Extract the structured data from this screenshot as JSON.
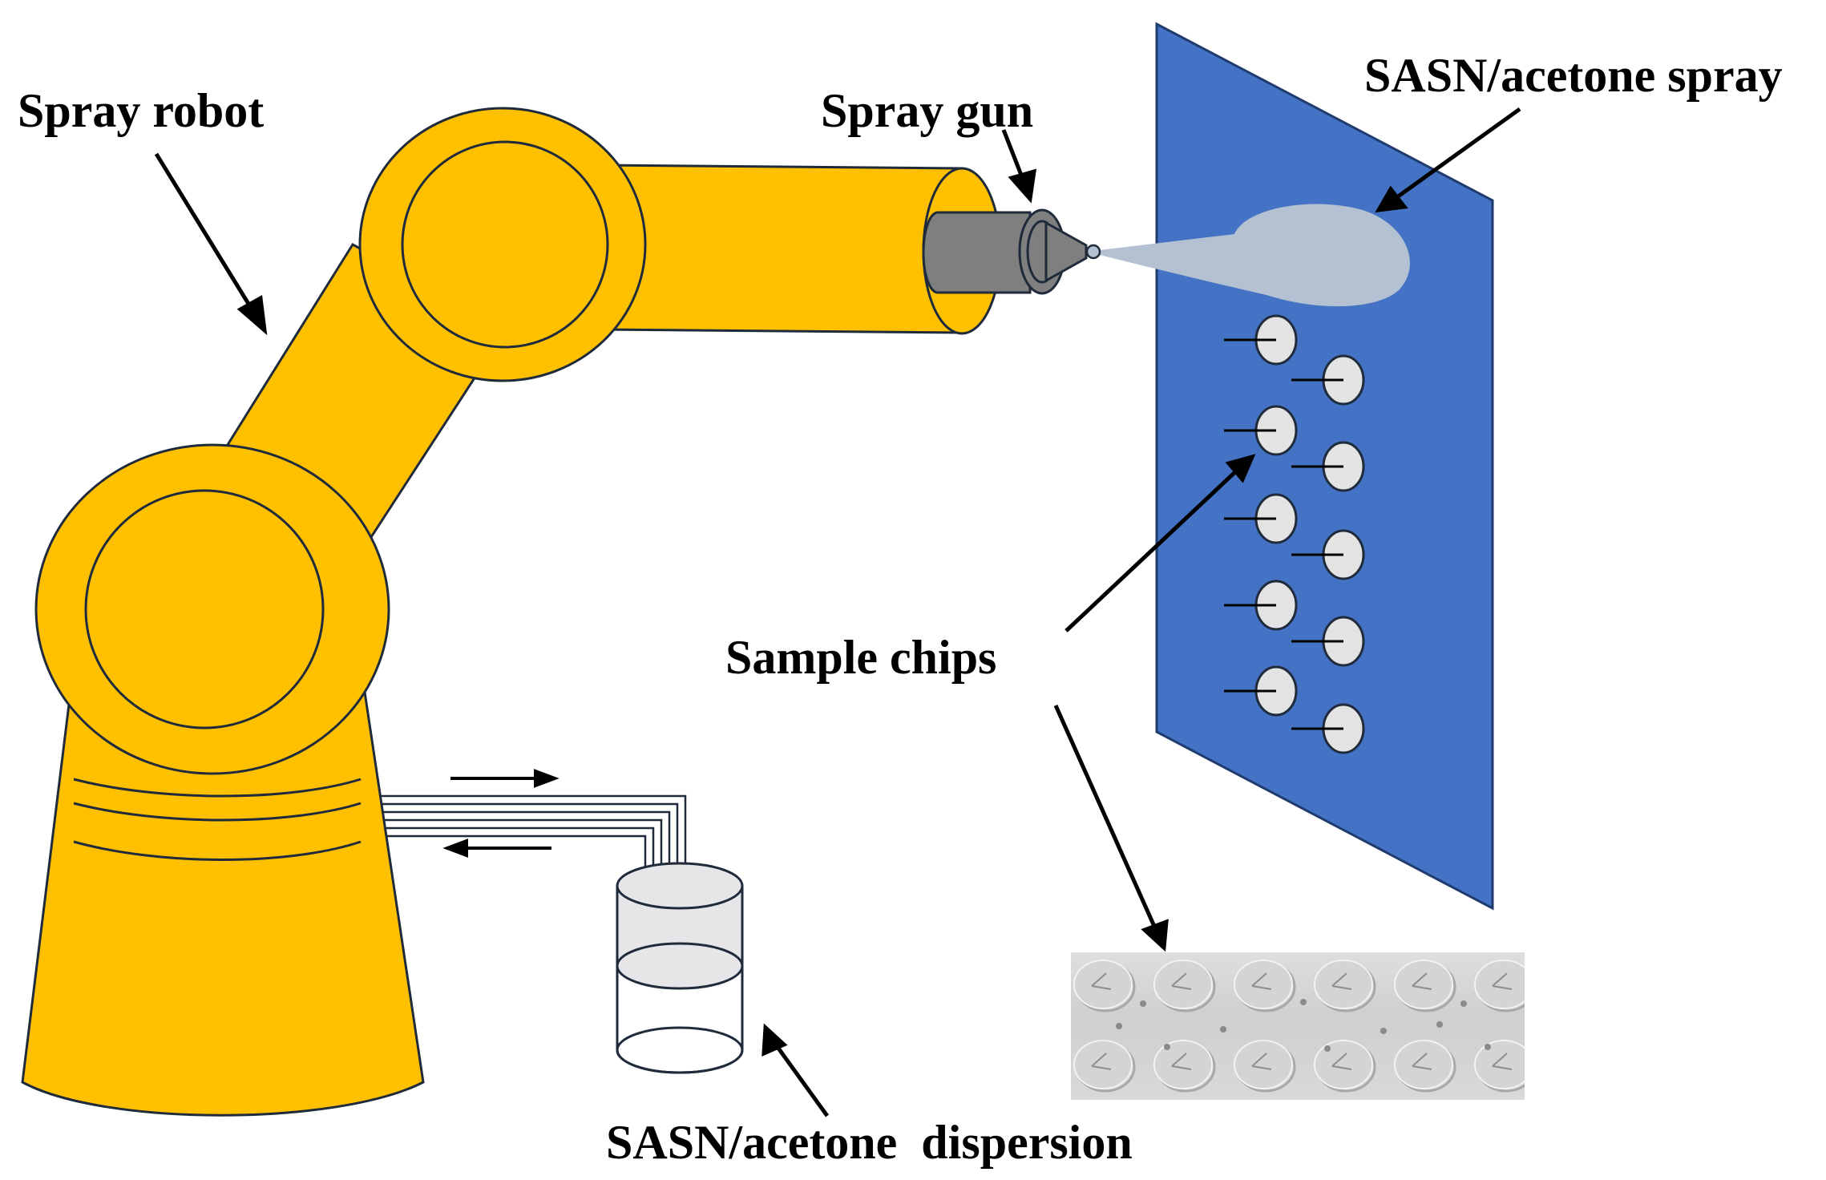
{
  "labels": {
    "spray_robot": "Spray robot",
    "spray_gun": "Spray gun",
    "spray": "SASN/acetone spray",
    "sample_chips": "Sample chips",
    "dispersion": "SASN/acetone  dispersion"
  },
  "colors": {
    "robot": "#FFC000",
    "outline": "#1F2A3A",
    "panel": "#4472C4",
    "spray": "#B4C1D3",
    "gun": "#7F7F7F",
    "chip": "#E3E3E3",
    "beaker_fill": "#E6E6E9"
  }
}
